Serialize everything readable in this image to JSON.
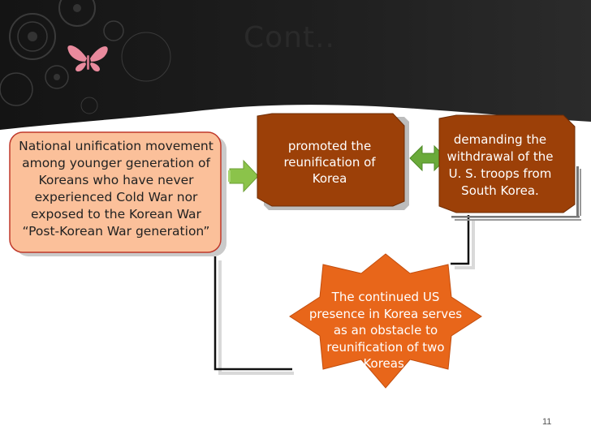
{
  "slide": {
    "title": "Cont..",
    "page_number": "11"
  },
  "nodes": {
    "unification": "National unification movement among younger generation of Koreans who have never experienced Cold War nor exposed to the Korean War “Post-Korean War generation”",
    "promoted": "promoted the reunification of Korea",
    "demanding": "demanding the withdrawal of the U. S. troops from South Korea.",
    "obstacle": "The continued US presence in Korea serves as an obstacle to reunification of two Koreas."
  },
  "colors": {
    "header_dark": "#1c1c1c",
    "butterfly": "#e98a9d",
    "peach_box": "#fbc09a",
    "peach_border": "#c0392b",
    "brown_box": "#9c4008",
    "orange_star": "#e8661a",
    "arrow_green": "#8bc34a",
    "double_arrow_green": "#6aaa3a"
  }
}
